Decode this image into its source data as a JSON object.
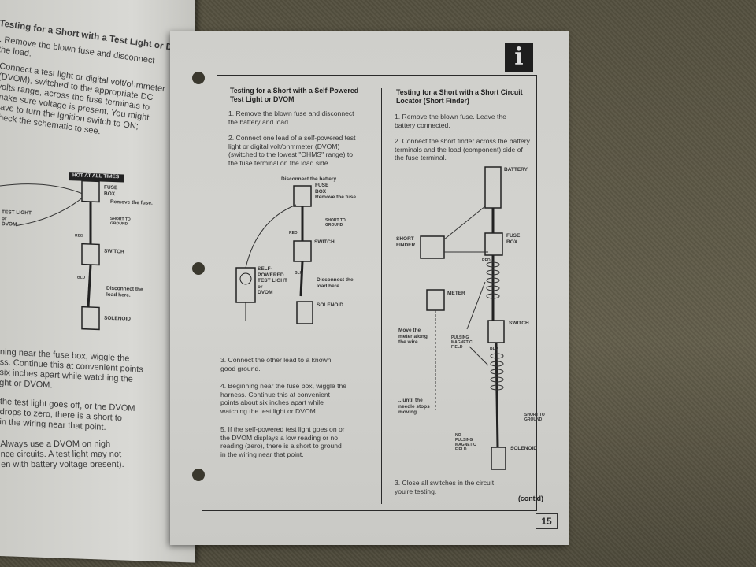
{
  "left_page": {
    "title": "Testing for a Short with a Test Light or DVOM",
    "step1": ". Remove the blown fuse and disconnect\nthe load.",
    "step2": "Connect a test light or digital volt/ohmmeter\n(DVOM), switched to the appropriate DC\nvolts range, across the fuse terminals to\nmake sure voltage is present. You might\nhave to turn the ignition switch to ON;\ncheck the schematic to see.",
    "diagram": {
      "hot": "HOT AT ALL TIMES",
      "fuse_box": "FUSE\nBOX",
      "remove": "Remove the fuse.",
      "test_light": "TEST LIGHT\nor\nDVOM",
      "short": "SHORT TO\nGROUND",
      "red": "RED",
      "switch": "SWITCH",
      "blu": "BLU",
      "disconnect": "Disconnect the\nload here.",
      "solenoid": "SOLENOID"
    },
    "step4": "ning near the fuse box, wiggle the\nss. Continue this at convenient points\nsix inches apart while watching the\nght or DVOM.",
    "step5": " the test light goes off, or the DVOM\n drops to zero, there is a short to\n in the wiring near that point.",
    "note": "Always use a DVOM on high\nnce circuits. A test light may not\nen with battery voltage present)."
  },
  "right_page": {
    "info_icon": "i",
    "page_number": "15",
    "col1": {
      "title": "Testing for a Short with a Self-Powered\nTest Light or DVOM",
      "step1": "1.  Remove the blown fuse and disconnect\n     the battery and load.",
      "step2": "2.  Connect one lead of a self-powered test\n     light or digital volt/ohmmeter (DVOM)\n     (switched to the lowest \"OHMS\" range) to\n     the fuse terminal on the load side.",
      "diagram": {
        "disconnect_battery": "Disconnect the battery.",
        "fuse_box": "FUSE\nBOX",
        "remove": "Remove the fuse.",
        "short": "SHORT TO\nGROUND",
        "red": "RED",
        "switch": "SWITCH",
        "self_powered": "SELF-\nPOWERED\nTEST LIGHT\nor\nDVOM",
        "blu": "BLU",
        "disconnect_load": "Disconnect the\nload here.",
        "solenoid": "SOLENOID"
      },
      "step3": "3.  Connect the other lead to a known\n     good ground.",
      "step4": "4.  Beginning near the fuse box, wiggle the\n     harness. Continue this at convenient\n     points about six inches apart while\n     watching the test light or DVOM.",
      "step5": "5.  If the self-powered test light goes on or\n     the DVOM displays a low reading or no\n     reading (zero), there is a short to ground\n     in the wiring near that point."
    },
    "col2": {
      "title": "Testing for a Short with a Short Circuit\nLocator (Short Finder)",
      "step1": "1.  Remove the blown fuse. Leave the\n     battery connected.",
      "step2": "2.  Connect the short finder across the battery\n     terminals and the load (component) side of\n     the fuse terminal.",
      "diagram": {
        "battery": "BATTERY",
        "short_finder": "SHORT\nFINDER",
        "fuse_box": "FUSE\nBOX",
        "red": "RED",
        "meter": "METER",
        "move": "Move the\nmeter along\nthe wire...",
        "pulsing": "PULSING\nMAGNETIC\nFIELD",
        "switch": "SWITCH",
        "blu": "BLU",
        "until": "...until the\nneedle stops\nmoving.",
        "short": "SHORT TO\nGROUND",
        "no_pulsing": "NO\nPULSING\nMAGNETIC\nFIELD",
        "solenoid": "SOLENOID"
      },
      "step3": "3.  Close all switches in the circuit\n     you're testing.",
      "contd": "(cont'd)"
    }
  }
}
